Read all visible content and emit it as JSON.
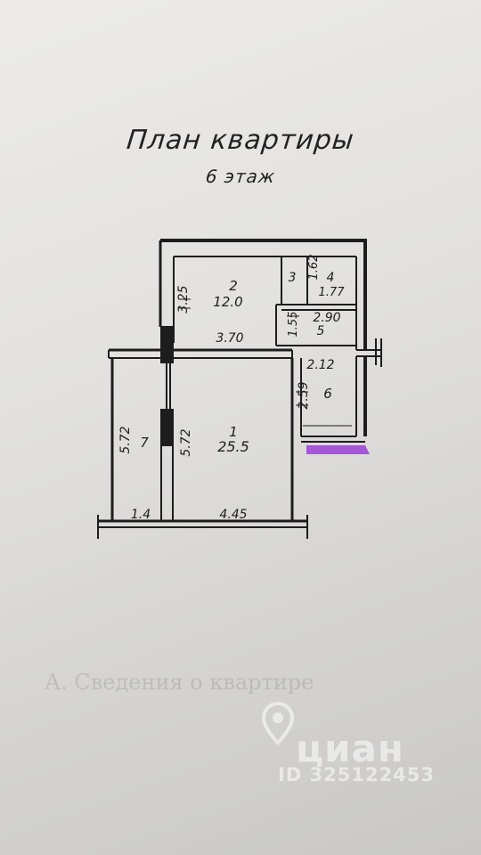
{
  "header": {
    "title": "План квартиры",
    "floor": "6 этаж"
  },
  "rooms": [
    {
      "number": "1",
      "area": "25.5"
    },
    {
      "number": "2",
      "area": "12.0"
    },
    {
      "number": "3"
    },
    {
      "number": "4",
      "area": "1.77"
    },
    {
      "number": "5"
    },
    {
      "number": "6"
    },
    {
      "number": "7"
    }
  ],
  "dimensions": {
    "room2_height": "3.25",
    "room2_width": "3.70",
    "room4_width": "1.62",
    "room5_height": "1.55",
    "room5_width": "2.90",
    "room6_width": "2.12",
    "room6_height": "2.59",
    "room1_height": "5.72",
    "room7_height": "5.72",
    "room7_width": "1.4",
    "room1_width": "4.45"
  },
  "faint_text": "А. Сведения о квартире",
  "watermark": {
    "brand": "циан",
    "listing_id": "ID 325122453"
  },
  "colors": {
    "paper": "#e6e5e3",
    "ink": "#1d1d1d",
    "marker": "#9b3fd6"
  }
}
